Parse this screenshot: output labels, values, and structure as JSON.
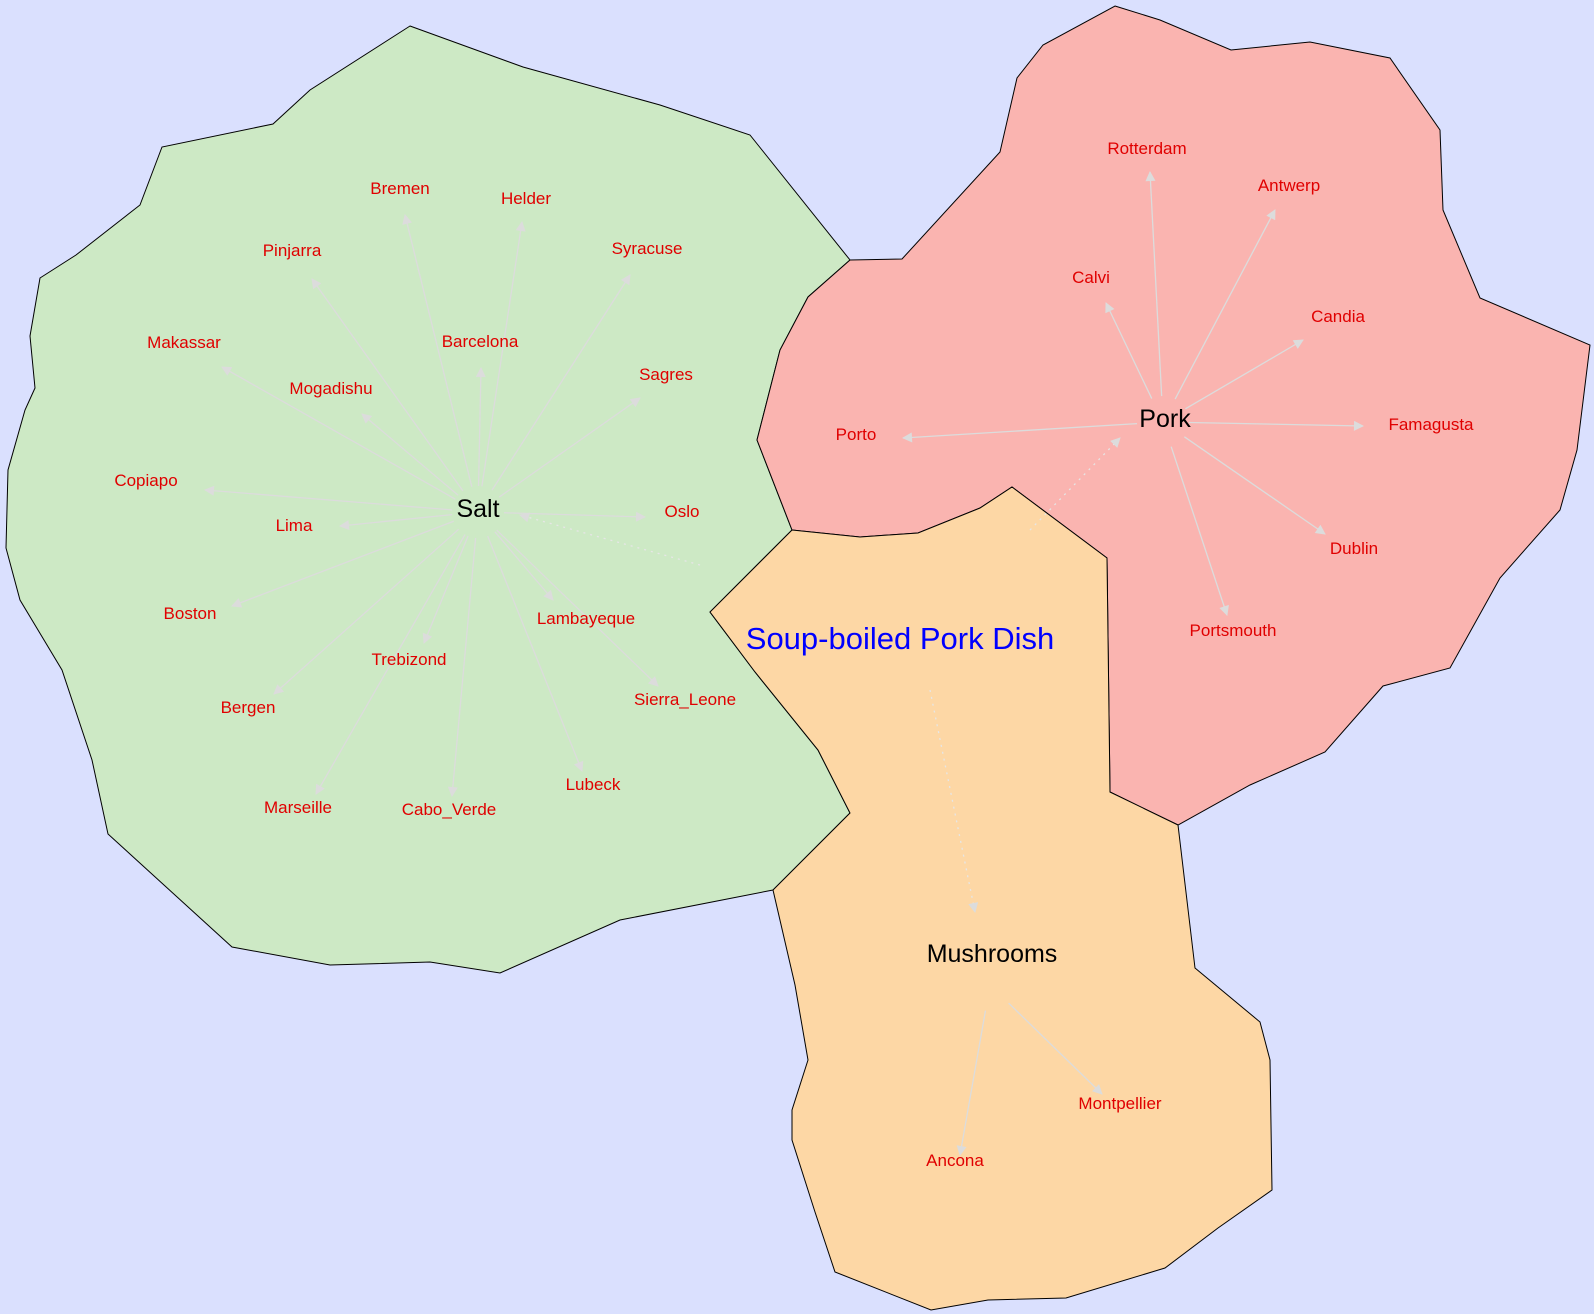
{
  "diagram": {
    "title": "Soup-boiled Pork Dish",
    "colors": {
      "background": "#dae0fe",
      "salt_region": "#cde9c5",
      "pork_region": "#fab4b0",
      "mushrooms_region": "#fdd7a5",
      "edge": "#dcdcdc",
      "city_text": "#e00000",
      "title_text": "#0000ff"
    },
    "hubs": {
      "salt": "Salt",
      "pork": "Pork",
      "mushrooms": "Mushrooms"
    },
    "salt_cities": [
      "Bremen",
      "Helder",
      "Pinjarra",
      "Syracuse",
      "Barcelona",
      "Makassar",
      "Mogadishu",
      "Sagres",
      "Copiapo",
      "Oslo",
      "Lima",
      "Boston",
      "Lambayeque",
      "Trebizond",
      "Bergen",
      "Sierra_Leone",
      "Lubeck",
      "Marseille",
      "Cabo_Verde"
    ],
    "pork_cities": [
      "Rotterdam",
      "Antwerp",
      "Calvi",
      "Candia",
      "Porto",
      "Famagusta",
      "Dublin",
      "Portsmouth"
    ],
    "mushroom_cities": [
      "Montpellier",
      "Ancona"
    ]
  }
}
